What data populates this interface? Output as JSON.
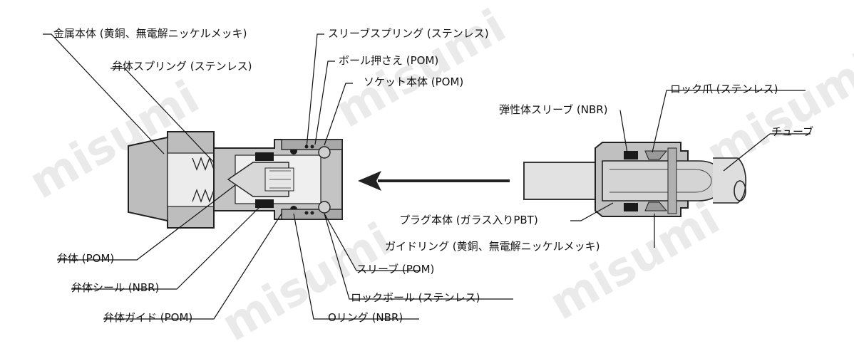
{
  "watermark": "misumi",
  "colors": {
    "outline": "#222222",
    "body": "#b9b9b9",
    "dark": "#1a1a1a",
    "plug": "#d9d9d9",
    "tube": "#cfcfcf",
    "leader": "#111111"
  },
  "labels": {
    "kinzoku_hontai": "金属本体 (黄銅、無電解ニッケルメッキ)",
    "bentai_spring": "弁体スプリング (ステンレス)",
    "sleeve_spring": "スリーブスプリング (ステンレス)",
    "ball_osae": "ボール押さえ (POM)",
    "socket_hontai": "ソケット本体 (POM)",
    "lock_tsume": "ロック爪 (ステンレス)",
    "dansei_sleeve": "弾性体スリーブ (NBR)",
    "tube": "チューブ",
    "plug_hontai": "プラグ本体 (ガラス入りPBT)",
    "guide_ring": "ガイドリング (黄銅、無電解ニッケルメッキ)",
    "bentai": "弁体 (POM)",
    "bentai_seal": "弁体シール (NBR)",
    "bentai_guide": "弁体ガイド (POM)",
    "sleeve": "スリーブ (POM)",
    "lock_ball": "ロックボール (ステンレス)",
    "o_ring": "Oリング (NBR)"
  }
}
